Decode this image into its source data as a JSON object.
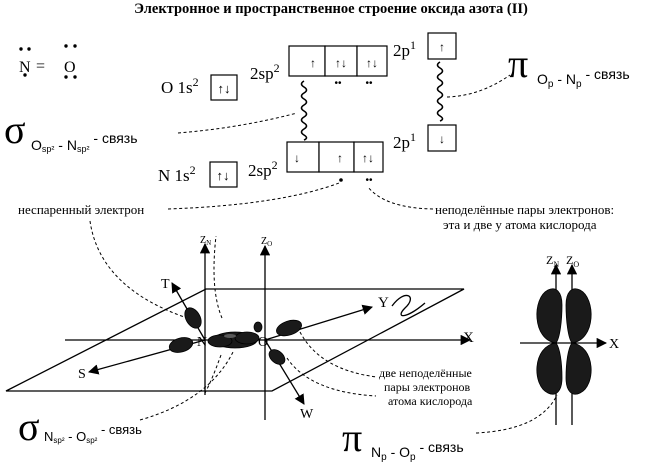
{
  "title": "Электронное и пространственное строение оксида азота (II)",
  "lewis": {
    "n": "N",
    "o": "O",
    "bond": "="
  },
  "orbitals": {
    "o1s": {
      "label": "O 1s",
      "sup": "2",
      "cell": "↑↓"
    },
    "o2sp2": {
      "label": "2sp",
      "sup": "2",
      "cells": [
        "↑",
        "↑↓",
        "↑↓"
      ]
    },
    "o2p1": {
      "label": "2p",
      "sup": "1",
      "cell": "↑"
    },
    "n1s": {
      "label": "N 1s",
      "sup": "2",
      "cell": "↑↓"
    },
    "n2sp2": {
      "label": "2sp",
      "sup": "2",
      "cells": [
        "↓",
        "↑",
        "↑↓"
      ]
    },
    "n2p1": {
      "label": "2p",
      "sup": "1",
      "cell": "↓"
    },
    "pair_dots": "••"
  },
  "labels": {
    "sigma_sym": "σ",
    "pi_sym": "π",
    "sigma_top": {
      "sub1": "O",
      "sub1s": "sp²",
      "dash": " - ",
      "sub2": "N",
      "sub2s": "sp²",
      "tail": " - связь"
    },
    "pi_top": {
      "sub": "O",
      "subp": "p",
      "dash": " - ",
      "sub2": "N",
      "sub2p": "p",
      "tail": " - связь"
    },
    "unpaired": "неспаренный электрон",
    "lone_pairs_line1": "неподелённые пары электронов:",
    "lone_pairs_line2": "эта и две у атома кислорода",
    "two_pairs_line1": "две неподелённые",
    "two_pairs_line2": "пары электронов",
    "two_pairs_line3": "атома кислорода",
    "sigma_bottom": {
      "sub1": "N",
      "sub1s": "sp²",
      "dash": " - ",
      "sub2": "O",
      "sub2s": "sp²",
      "tail": " - связь"
    },
    "pi_bottom": {
      "sub1": "N",
      "sub1p": "p",
      "dash": " - ",
      "sub2": "O",
      "sub2p": "p",
      "tail": " - связь"
    }
  },
  "axes3d": {
    "zn": "Z",
    "zn_sub": "N",
    "zo": "Z",
    "zo_sub": "O",
    "x": "X",
    "y": "Y",
    "t": "T",
    "s": "S",
    "w": "W",
    "n_atom": "N",
    "o_atom": "O"
  },
  "axes_right": {
    "zn": "Z",
    "zn_sub": "N",
    "zo": "Z",
    "zo_sub": "O",
    "x": "X"
  }
}
